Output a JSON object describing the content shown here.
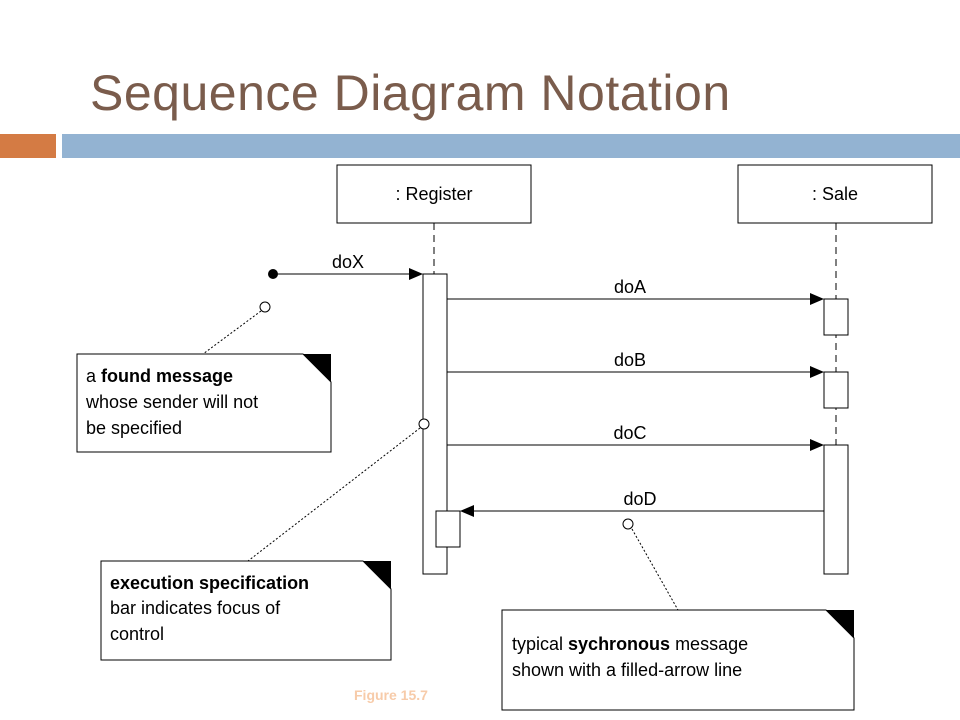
{
  "title": "Sequence Diagram Notation",
  "lifelines": {
    "register": ": Register",
    "sale": ": Sale"
  },
  "messages": {
    "doX": "doX",
    "doA": "doA",
    "doB": "doB",
    "doC": "doC",
    "doD": "doD"
  },
  "notes": {
    "found": {
      "pre": "a ",
      "bold": "found message",
      "line2": "whose sender will not",
      "line3": "be specified"
    },
    "execution": {
      "bold": "execution specification",
      "line2": "bar indicates focus of",
      "line3": "control"
    },
    "sync": {
      "pre": "typical ",
      "bold": "sychronous",
      "post": " message",
      "line2": "shown with a filled-arrow line"
    }
  },
  "caption": "Figure 15.7"
}
